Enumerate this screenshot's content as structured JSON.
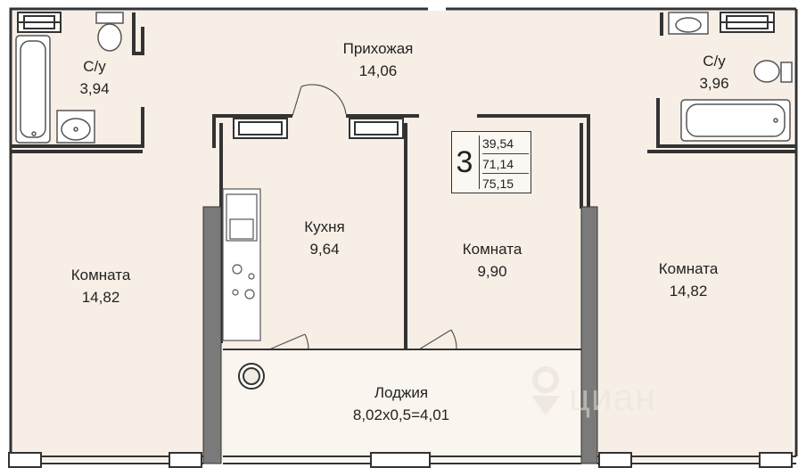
{
  "rooms": {
    "bathroom_left": {
      "name": "С/у",
      "area": "3,94"
    },
    "hallway": {
      "name": "Прихожая",
      "area": "14,06"
    },
    "bathroom_right": {
      "name": "С/у",
      "area": "3,96"
    },
    "kitchen": {
      "name": "Кухня",
      "area": "9,64"
    },
    "room_center": {
      "name": "Комната",
      "area": "9,90"
    },
    "room_left": {
      "name": "Комната",
      "area": "14,82"
    },
    "room_right": {
      "name": "Комната",
      "area": "14,82"
    },
    "loggia": {
      "name": "Лоджия",
      "area": "8,02x0,5=4,01"
    }
  },
  "summary": {
    "rooms_count": "3",
    "living_area": "39,54",
    "total_area": "71,14",
    "total_with_loggia": "75,15"
  },
  "watermark": {
    "text": "циан",
    "icon": "cian-logo-icon"
  },
  "colors": {
    "floor": "#f7efe6",
    "wall": "#333333",
    "column": "#7a7a7a",
    "fixture_line": "#555555"
  }
}
